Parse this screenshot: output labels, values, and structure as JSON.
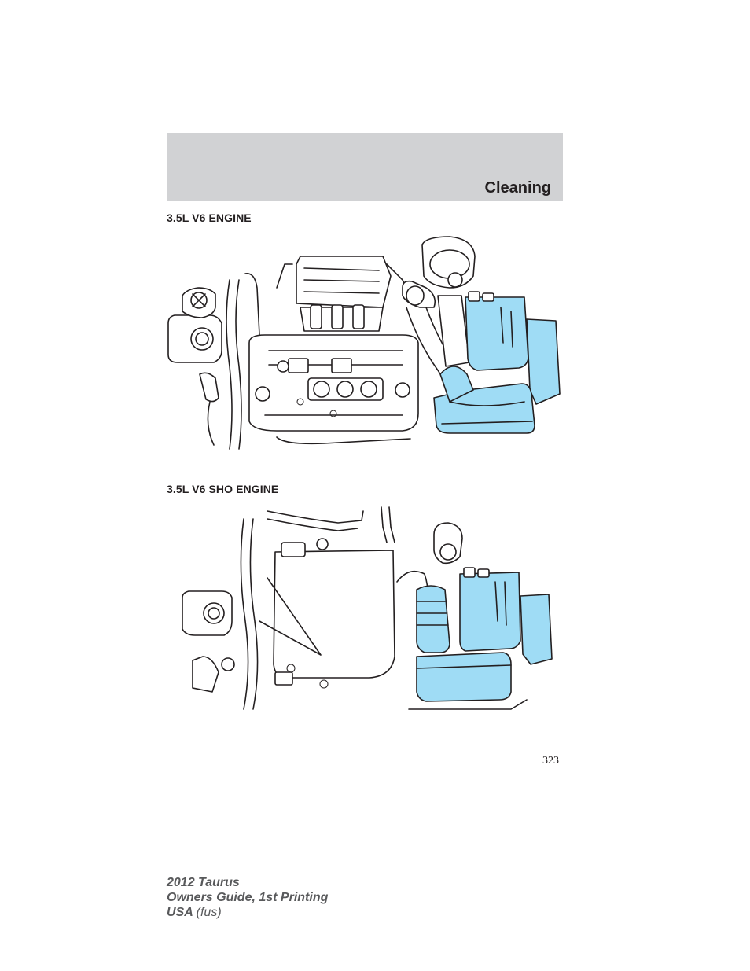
{
  "header": {
    "title": "Cleaning"
  },
  "sections": [
    {
      "heading": "3.5L V6 ENGINE"
    },
    {
      "heading": "3.5L V6 SHO ENGINE"
    }
  ],
  "highlight_color": "#9fdcf5",
  "page_number": "323",
  "footer": {
    "line1": "2012 Taurus",
    "line2": "Owners Guide, 1st Printing",
    "line3_main": "USA",
    "line3_sub": "(fus)"
  }
}
